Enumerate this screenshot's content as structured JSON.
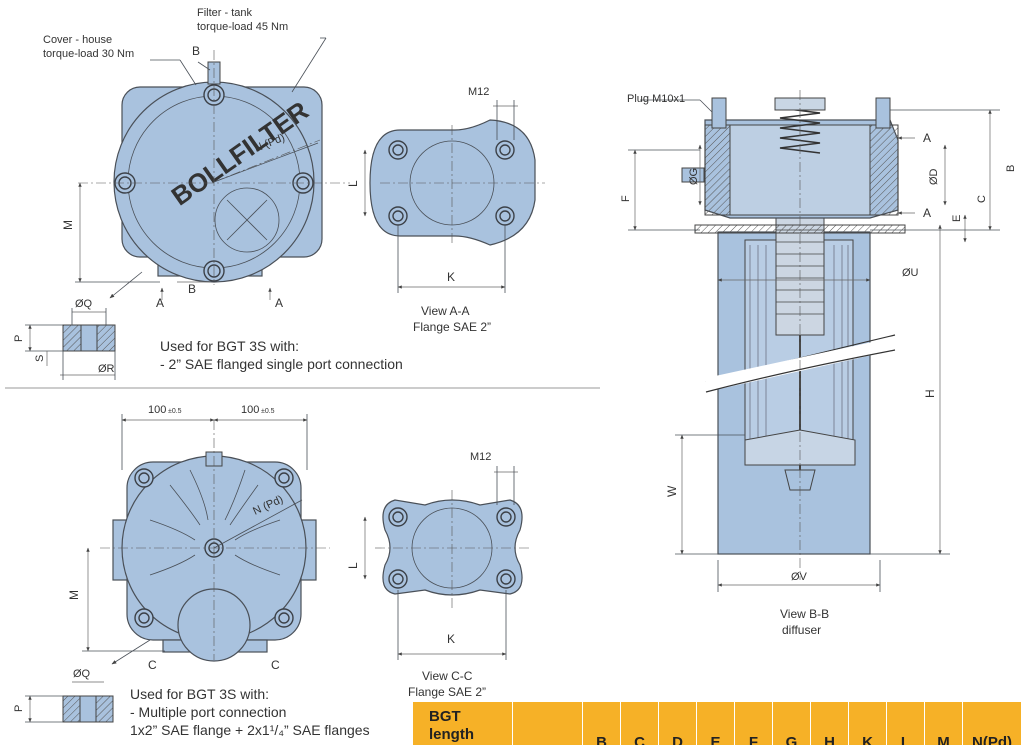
{
  "labels": {
    "filter_tank_1": "Filter - tank",
    "filter_tank_2": "torque-load 45 Nm",
    "cover_house_1": "Cover - house",
    "cover_house_2": "torque-load 30 Nm",
    "b": "B",
    "a": "A",
    "c": "C",
    "m": "M",
    "n_pd": "N (Pd)",
    "n_pd2": "N (Pd)",
    "l": "L",
    "k": "K",
    "m12": "M12",
    "oq": "ØQ",
    "or": "ØR",
    "p": "P",
    "s": "S",
    "view_aa": "View A-A",
    "flange_1": "Flange SAE 2”",
    "view_cc": "View C-C",
    "flange_2": "Flange SAE 2”",
    "used_for_1": "Used for BGT 3S with:",
    "single_port": "- 2” SAE flanged single port connection",
    "used_for_2": "Used for BGT 3S with:",
    "multi_port": "- Multiple port connection",
    "multi_port_2": "1x2” SAE flange + 2x1¹/₄” SAE flanges",
    "dim_100": "100",
    "tol": "±0.5",
    "plug": "Plug M10x1",
    "og": "ØG",
    "od": "ØD",
    "ou": "ØU",
    "ov": "ØV",
    "e": "E",
    "f": "F",
    "h": "H",
    "w": "W",
    "view_bb": "View B-B",
    "diffuser": "diffuser"
  },
  "table": {
    "first_header": [
      "BGT",
      "length"
    ],
    "headers": [
      "",
      "B",
      "C",
      "D",
      "E",
      "F",
      "G",
      "H",
      "K",
      "L",
      "M",
      "N(Pd)"
    ]
  }
}
